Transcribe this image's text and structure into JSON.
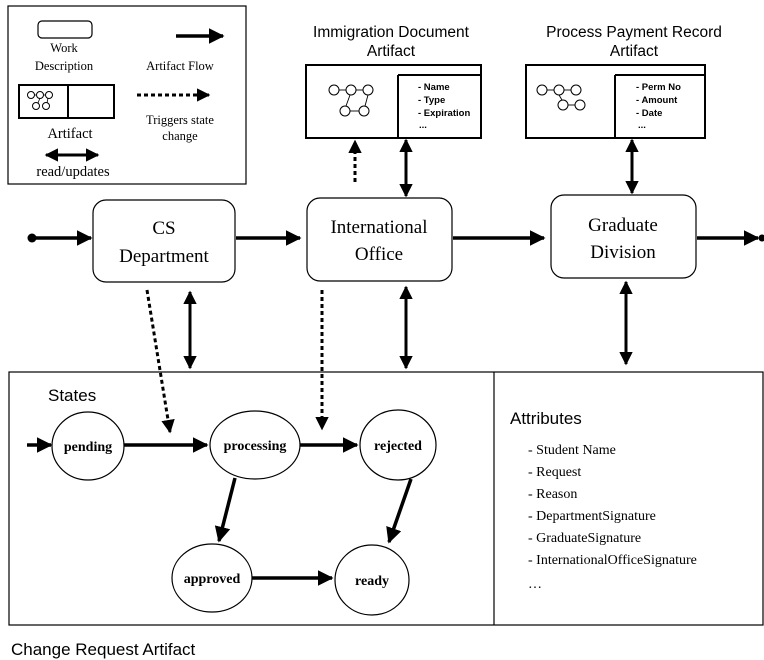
{
  "legend": {
    "work_description_label_line1": "Work",
    "work_description_label_line2": "Description",
    "artifact_label": "Artifact",
    "artifact_flow_label": "Artifact Flow",
    "triggers_label_line1": "Triggers state",
    "triggers_label_line2": "change",
    "read_updates_label": "read/updates"
  },
  "immigration_artifact": {
    "title_line1": "Immigration Document",
    "title_line2": "Artifact",
    "attributes": [
      "- Name",
      "- Type",
      "- Expiration",
      "..."
    ]
  },
  "payment_artifact": {
    "title_line1": "Process Payment Record",
    "title_line2": "Artifact",
    "attributes": [
      "- Perm No",
      "- Amount",
      "- Date",
      "..."
    ]
  },
  "work_nodes": {
    "cs_line1": "CS",
    "cs_line2": "Department",
    "intl_line1": "International",
    "intl_line2": "Office",
    "grad_line1": "Graduate",
    "grad_line2": "Division"
  },
  "states_panel": {
    "title": "States",
    "states": {
      "pending": "pending",
      "processing": "processing",
      "rejected": "rejected",
      "approved": "approved",
      "ready": "ready"
    }
  },
  "attributes_panel": {
    "title": "Attributes",
    "items": [
      "- Student Name",
      "- Request",
      "- Reason",
      "- DepartmentSignature",
      "- GraduateSignature",
      "- InternationalOfficeSignature",
      "…"
    ]
  },
  "footer_caption": "Change Request Artifact"
}
